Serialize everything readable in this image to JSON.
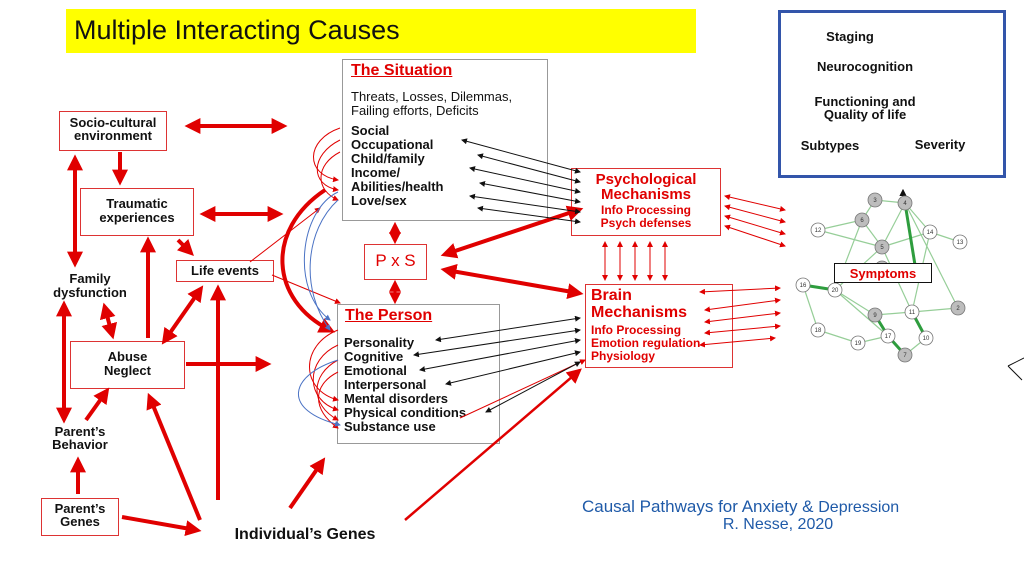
{
  "title": "Multiple Interacting Causes",
  "legend_box": {
    "staging": "Staging",
    "neurocognition": "Neurocognition",
    "functioning_line1": "Functioning and",
    "functioning_line2": "Quality of life",
    "subtypes": "Subtypes",
    "severity": "Severity"
  },
  "left_nodes": {
    "socio_cultural_line1": "Socio-cultural",
    "socio_cultural_line2": "environment",
    "traumatic_line1": "Traumatic",
    "traumatic_line2": "experiences",
    "family_line1": "Family",
    "family_line2": "dysfunction",
    "abuse_line1": "Abuse",
    "abuse_line2": "Neglect",
    "parents_behavior_line1": "Parent’s",
    "parents_behavior_line2": "Behavior",
    "parents_genes_line1": "Parent’s",
    "parents_genes_line2": "Genes",
    "life_events": "Life events",
    "individuals_genes": "Individual’s Genes"
  },
  "situation": {
    "heading": "The Situation",
    "subtitle_line1": "Threats, Losses, Dilemmas,",
    "subtitle_line2": "Failing efforts, Deficits",
    "items": [
      "Social",
      "Occupational",
      "Child/family",
      "Income/",
      "Abilities/health",
      "Love/sex"
    ]
  },
  "pxs": "P x S",
  "person": {
    "heading": "The Person",
    "items": [
      "Personality",
      "Cognitive",
      "Emotional",
      "Interpersonal",
      "Mental disorders",
      "Physical conditions",
      "Substance use"
    ]
  },
  "psych": {
    "heading_line1": "Psychological",
    "heading_line2": "Mechanisms",
    "items": [
      "Info Processing",
      "Psych defenses"
    ]
  },
  "brain": {
    "heading_line1": "Brain",
    "heading_line2": "Mechanisms",
    "items": [
      "Info Processing",
      "Emotion regulation",
      "Physiology"
    ]
  },
  "network": {
    "label": "Symptoms",
    "node_labels": [
      "3",
      "4",
      "6",
      "12",
      "14",
      "13",
      "5",
      "16",
      "20",
      "1",
      "2",
      "18",
      "9",
      "11",
      "17",
      "10",
      "19",
      "7"
    ],
    "gray_nodes": [
      "3",
      "4",
      "6",
      "5",
      "1",
      "2",
      "9",
      "7"
    ]
  },
  "credit": {
    "line1_a": "Causal Pathways for Anxiety & ",
    "line1_b": "Depression",
    "line2": "R. Nesse, 2020"
  },
  "colors": {
    "accent_red": "#e00000",
    "title_bg": "#ffff00",
    "legend_border": "#3355aa",
    "credit_blue": "#1f5aa8",
    "network_green": "#2e9d3e"
  }
}
